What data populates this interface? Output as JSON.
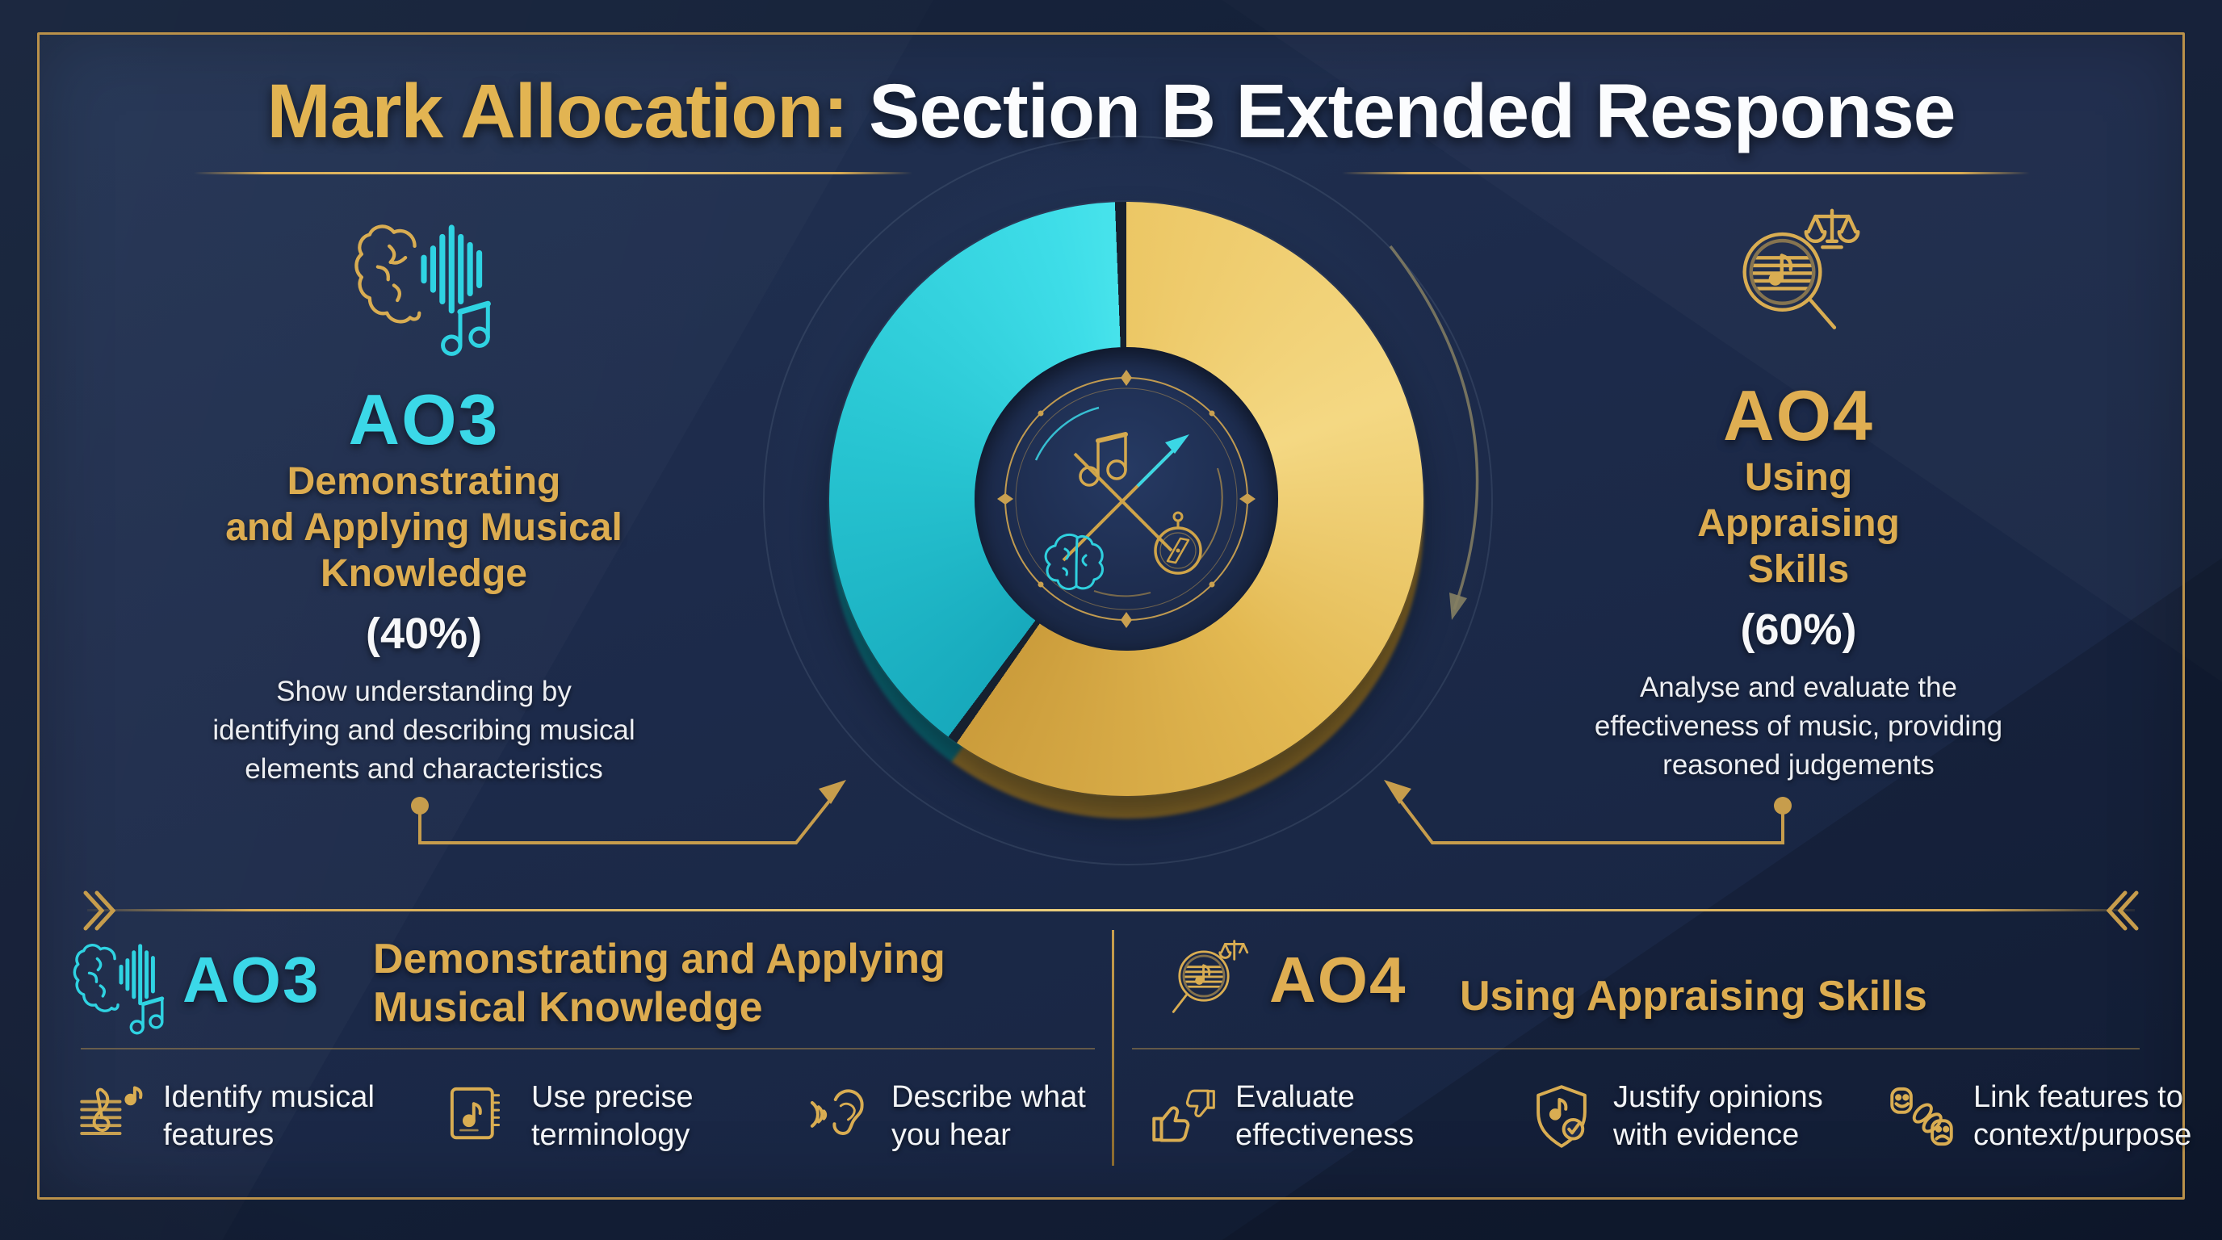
{
  "meta": {
    "background": "#1d2b4b",
    "frame_gold": "#ba914a",
    "accent_gold": "#dfae52",
    "accent_cyan": "#3bd8e8",
    "text_white": "#f5f7fa"
  },
  "title": {
    "prefix": "Mark Allocation:",
    "suffix": "Section B Extended Response"
  },
  "chart_data": {
    "type": "pie",
    "style": "donut",
    "title": "Mark Allocation: Section B Extended Response",
    "categories": [
      "AO3 - Demonstrating and Applying Musical Knowledge",
      "AO4 - Using Appraising Skills"
    ],
    "values": [
      40,
      60
    ],
    "unit": "percent",
    "slice_colors": [
      "#2bc7d4",
      "#e2b85e"
    ],
    "labels": [
      "(40%)",
      "(60%)"
    ],
    "start_angle_deg": 0,
    "legend_position": "none"
  },
  "left_panel": {
    "code": "AO3",
    "icon": "brain-soundwave-music-note-icon",
    "title_lines": [
      "Demonstrating",
      "and Applying Musical",
      "Knowledge"
    ],
    "percent": "(40%)",
    "description_lines": [
      "Show understanding by",
      "identifying and describing musical",
      "elements and characteristics"
    ]
  },
  "right_panel": {
    "code": "AO4",
    "icon": "magnifier-score-scales-icon",
    "title_lines": [
      "Using",
      "Appraising",
      "Skills"
    ],
    "percent": "(60%)",
    "description_lines": [
      "Analyse and evaluate the",
      "effectiveness of music, providing",
      "reasoned judgements"
    ]
  },
  "center_emblem": {
    "icons": [
      "music-note-icon",
      "crossed-arrows-icon",
      "brain-icon",
      "compass-icon"
    ]
  },
  "bottom_left": {
    "code": "AO3",
    "icon": "brain-soundwave-music-note-icon",
    "heading_lines": [
      "Demonstrating and Applying",
      "Musical Knowledge"
    ],
    "items": [
      {
        "icon": "treble-clef-icon",
        "label_lines": [
          "Identify musical",
          "features"
        ]
      },
      {
        "icon": "terminology-book-icon",
        "label_lines": [
          "Use precise",
          "terminology"
        ]
      },
      {
        "icon": "listening-ear-icon",
        "label_lines": [
          "Describe what",
          "you hear"
        ]
      }
    ]
  },
  "bottom_right": {
    "code": "AO4",
    "icon": "magnifier-score-scales-icon",
    "heading_lines": [
      "Using Appraising Skills"
    ],
    "items": [
      {
        "icon": "thumbs-up-down-icon",
        "label_lines": [
          "Evaluate",
          "effectiveness"
        ]
      },
      {
        "icon": "shield-check-note-icon",
        "label_lines": [
          "Justify opinions",
          "with evidence"
        ]
      },
      {
        "icon": "masks-chain-icon",
        "label_lines": [
          "Link features to",
          "context/purpose"
        ]
      }
    ]
  }
}
